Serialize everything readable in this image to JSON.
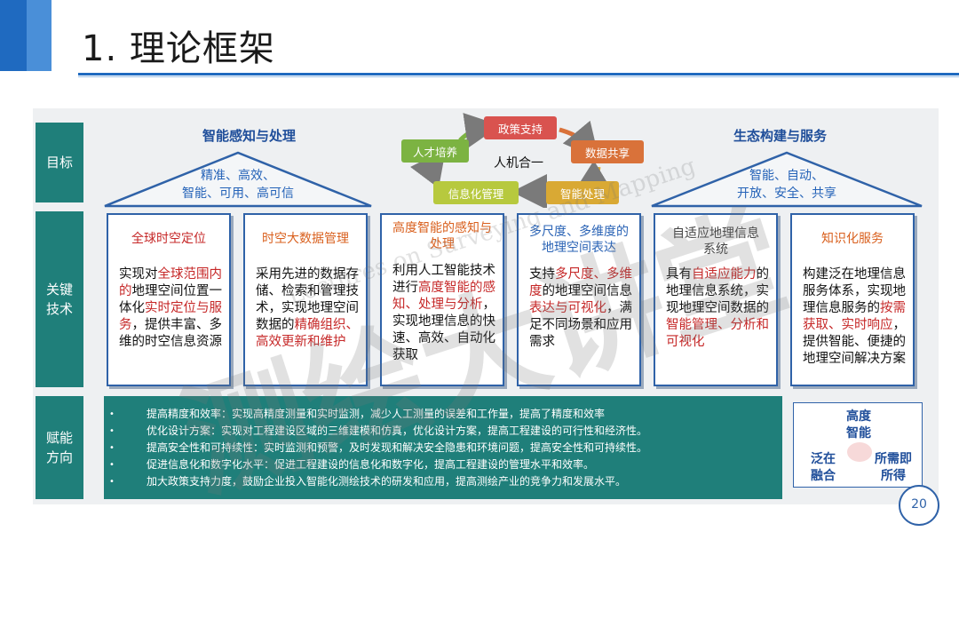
{
  "header": {
    "title": "1. 理论框架"
  },
  "rows": {
    "goal": "目标",
    "tech": "关键\n技术",
    "direction": "赋能\n方向"
  },
  "left_goal": {
    "title": "智能感知与处理",
    "line1": "精准、高效、",
    "line2": "智能、可用、高可信"
  },
  "right_goal": {
    "title": "生态构建与服务",
    "line1": "智能、自动、",
    "line2": "开放、安全、共享"
  },
  "cycle": {
    "center": "人机合一",
    "items": [
      "政策支持",
      "数据共享",
      "智能处理",
      "信息化管理",
      "人才培养"
    ],
    "colors": {
      "policy": "#d9534f",
      "share": "#d9723a",
      "process": "#d9a934",
      "manage": "#b7c93e",
      "talent": "#7cb342"
    }
  },
  "cards": [
    {
      "title": "全球时空定位",
      "body": [
        [
          "实现对",
          ""
        ],
        [
          "全球范围内的",
          "red"
        ],
        [
          "地理空间位置一体化",
          ""
        ],
        [
          "实时定位与服务",
          "red"
        ],
        [
          "，提供丰富、多维的时空信息资源",
          ""
        ]
      ]
    },
    {
      "title": "时空大数据管理",
      "body": [
        [
          "采用先进的数据存储、检索和管理技术，实现地理空间数据的",
          ""
        ],
        [
          "精确组织、高效更新和维护",
          "red"
        ]
      ]
    },
    {
      "title": "高度智能的感知与处理",
      "body": [
        [
          "利用人工智能技术进行",
          ""
        ],
        [
          "高度智能的感知、处理与分析",
          "red"
        ],
        [
          "，实现地理信息的快速、高效、自动化获取",
          ""
        ]
      ]
    },
    {
      "title": "多尺度、多维度的地理空间表达",
      "body": [
        [
          "支持",
          ""
        ],
        [
          "多尺度、多维度",
          "red"
        ],
        [
          "的地理空间信息",
          ""
        ],
        [
          "表达与可视化",
          "red"
        ],
        [
          "，满足不同场景和应用需求",
          ""
        ]
      ]
    },
    {
      "title": "自适应地理信息系统",
      "body": [
        [
          "具有",
          ""
        ],
        [
          "自适应能力",
          "red"
        ],
        [
          "的地理信息系统，实现地理空间数据的",
          ""
        ],
        [
          "智能管理、分析和可视化",
          "red"
        ]
      ]
    },
    {
      "title": "知识化服务",
      "body": [
        [
          "构建泛在地理信息服务体系，实现地理信息服务的",
          ""
        ],
        [
          "按需获取、实时响应",
          "red"
        ],
        [
          "，提供智能、便捷的地理空间解决方案",
          ""
        ]
      ]
    }
  ],
  "bullets": [
    "提高精度和效率：实现高精度测量和实时监测，减少人工测量的误差和工作量，提高了精度和效率",
    "优化设计方案：实现对工程建设区域的三维建模和仿真，优化设计方案，提高工程建设的可行性和经济性。",
    "提高安全性和可持续性：实时监测和预警，及时发现和解决安全隐患和环境问题，提高安全性和可持续性。",
    "促进信息化和数字化水平：促进工程建设的信息化和数字化，提高工程建设的管理水平和效率。",
    "加大政策支持力度，鼓励企业投入智能化测绘技术的研发和应用，提高测绘产业的竞争力和发展水平。"
  ],
  "triad": {
    "top": "高度\n智能",
    "left": "泛在\n融合",
    "right": "所需即\n所得"
  },
  "page_number": "20",
  "watermark": {
    "zh": "测绘大讲堂",
    "en": "Lectures on Surveying and Mapping"
  }
}
